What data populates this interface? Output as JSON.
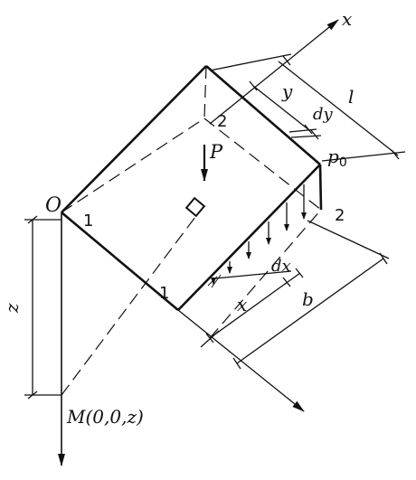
{
  "labels": {
    "origin": "O",
    "point_M": "M(0,0,z)",
    "load": "P",
    "axis_x": "x",
    "axis_z": "z",
    "dim_y": "y",
    "dim_dy": "dy",
    "dim_l": "l",
    "dim_x": "x",
    "dim_dx": "dx",
    "dim_b": "b",
    "pressure": "p",
    "pressure_sub": "0",
    "corner_1_left": "1",
    "corner_1_bottom": "1",
    "corner_2_top": "2",
    "corner_2_right": "2"
  },
  "colors": {
    "ink": "#111111",
    "background": "#ffffff"
  }
}
